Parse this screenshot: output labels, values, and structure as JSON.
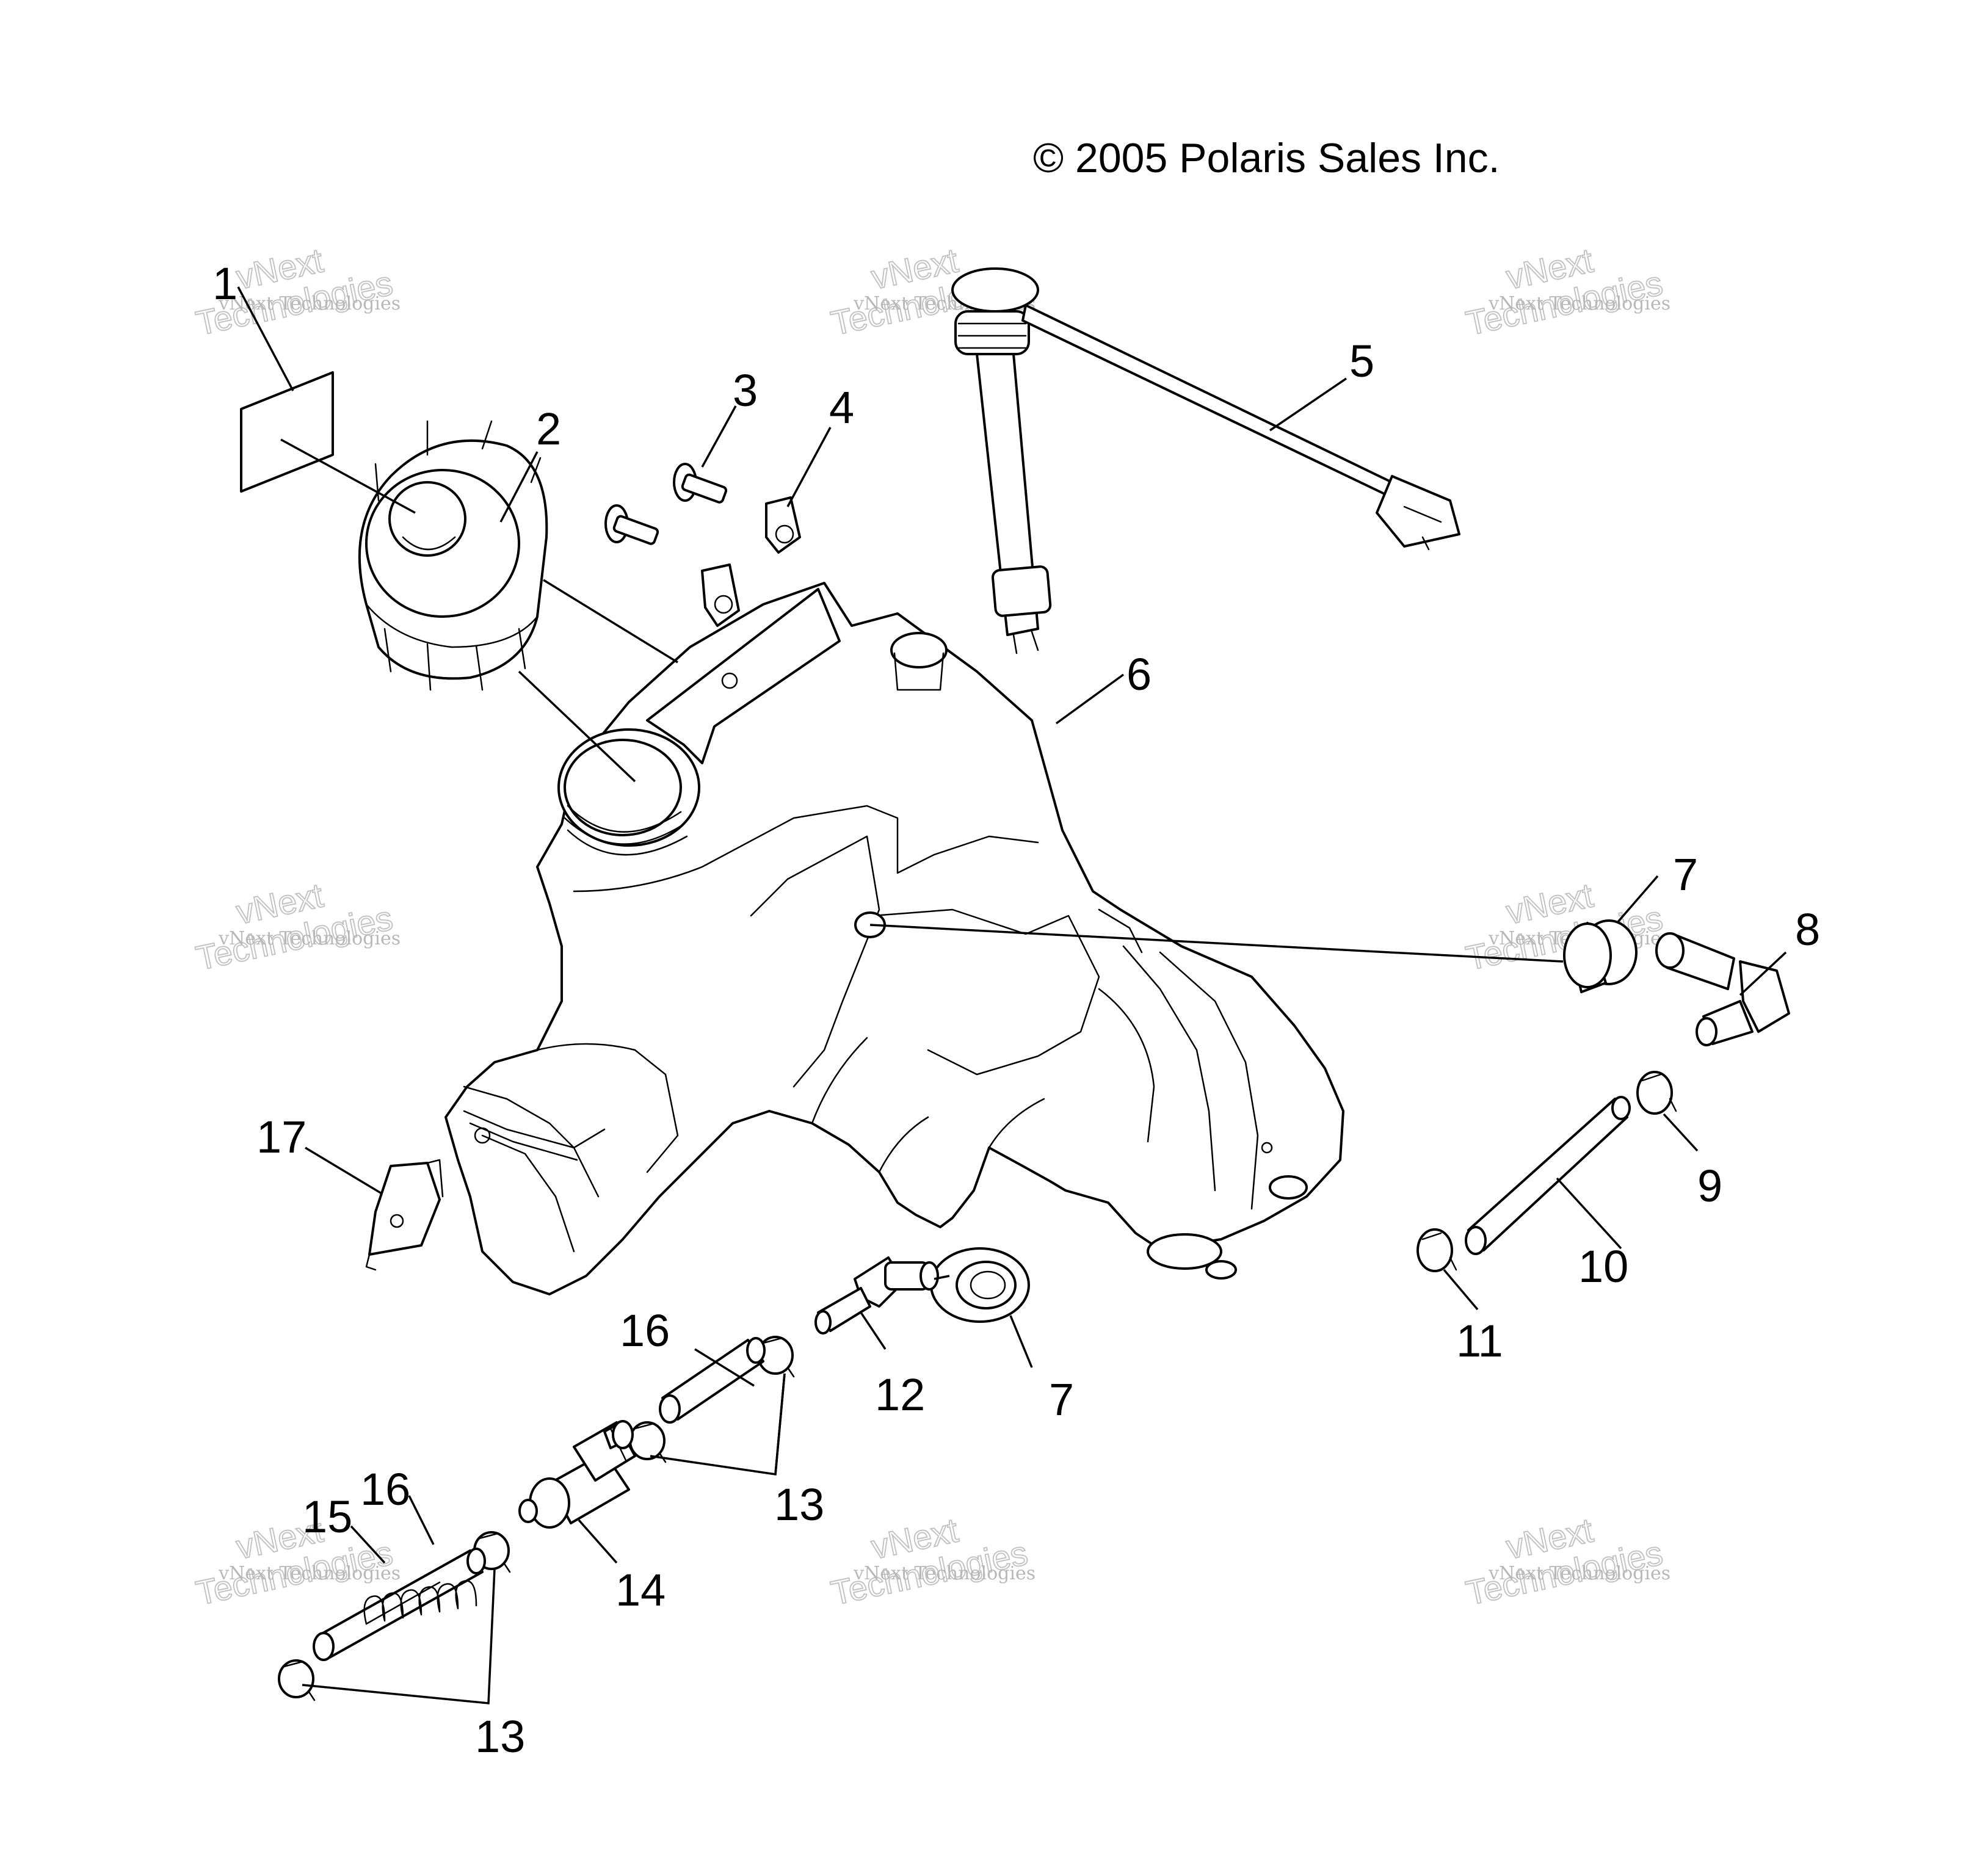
{
  "copyright": "© 2005 Polaris Sales Inc.",
  "watermark": {
    "line1": "vNext",
    "line2": "Technologies",
    "small": "vNext Technologies"
  },
  "callouts": {
    "c1": "1",
    "c2": "2",
    "c3": "3",
    "c4": "4",
    "c5": "5",
    "c6": "6",
    "c7a": "7",
    "c7b": "7",
    "c8": "8",
    "c9": "9",
    "c10": "10",
    "c11": "11",
    "c12": "12",
    "c13a": "13",
    "c13b": "13",
    "c14": "14",
    "c15": "15",
    "c16a": "16",
    "c16b": "16",
    "c17": "17"
  }
}
